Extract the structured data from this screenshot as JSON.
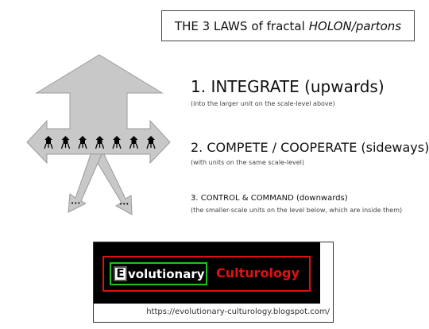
{
  "title": {
    "lead": "THE 3 LAWS",
    "mid": "of fractal",
    "emph": "HOLON/partons"
  },
  "laws": [
    {
      "heading": "1. INTEGRATE (upwards)",
      "sub": "(into the larger unit on the scale-level above)"
    },
    {
      "heading": "2. COMPETE / COOPERATE (sideways)",
      "sub": "(with units on the same scale-level)"
    },
    {
      "heading": "3. CONTROL & COMMAND (downwards)",
      "sub": "(the smaller-scale units on the level below, which are inside them)"
    }
  ],
  "diagram": {
    "arrow_color": "#c8c8c8",
    "arrow_stroke": "#9a9a9a",
    "figure_color": "#000000",
    "figure_count": 7,
    "down_arrow_label": "•••"
  },
  "banner": {
    "logo_letter": "E",
    "logo_word": "volutionary",
    "logo_word2": "Culturology",
    "url": "https://evolutionary-culturology.blogspot.com/",
    "colors": {
      "red": "#e01010",
      "green": "#22c022",
      "black": "#000000"
    }
  }
}
